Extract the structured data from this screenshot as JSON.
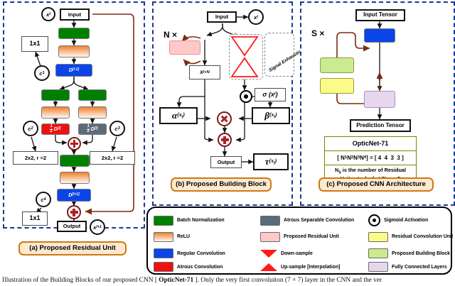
{
  "figure": {
    "caption_pre": "Illustration of the Building Blocks of our proposed CNN [ ",
    "caption_bold": "OpticNet-71",
    "caption_post": " ]. Only the very first convoluiton (7 × 7) layer in the CNN and the ver"
  },
  "panel_a": {
    "title": "(a) Proposed Residual Unit",
    "input_label": "Input",
    "output_label": "Output",
    "node_x_l": "x",
    "node_x_l_sub": "l",
    "node_x_l1": "x",
    "node_x_l1_sub": "l+1",
    "c1": "c",
    "c1_sub": "1",
    "c2": "c",
    "c2_sub": "2",
    "c3": "c",
    "c3_sub": "3",
    "c4": "c",
    "c4_sub": "4",
    "kernel_1x1_top": "1x1",
    "kernel_1x1_bottom": "1x1",
    "kernel_2x2_left": "2x2, r =2",
    "kernel_2x2_right": "2x2, r =2",
    "dilation_prev": "D",
    "dilation_prev_sup": "[l-1]",
    "dilation_cur": "D",
    "dilation_cur_sup": "[l]",
    "dilation_next": "D",
    "dilation_next_sup": "[l+1]",
    "half_frac": "1/2",
    "op_add": "+"
  },
  "panel_b": {
    "title": "(b) Proposed Building Block",
    "input_label": "Input",
    "output_label": "Output",
    "node_x_l": "x",
    "node_x_l_sub": "l",
    "x_lN": "x",
    "x_lN_sub": "l+N",
    "repeat_label": "N ×",
    "signal_exhaustion": "Signal Exhaustion",
    "sigma_label": "σ (x",
    "sigma_sub": "l",
    "sigma_close": ")",
    "alpha_label": "α",
    "alpha_arg": "(x",
    "alpha_sub": "l",
    "alpha_close": ")",
    "beta_label": "β",
    "beta_arg": "(x",
    "beta_sub": "l",
    "beta_close": ")",
    "tau_label": "τ",
    "tau_arg": "(x",
    "tau_sub": "l",
    "tau_close": ")",
    "op_multiply": "×",
    "op_add": "+"
  },
  "panel_c": {
    "title": "(c) Proposed CNN Architecture",
    "input_tensor": "Input Tensor",
    "prediction_tensor": "Prediction Tensor",
    "repeat_label": "S ×",
    "info_title": "OpticNet-71",
    "info_formula_pre": "[ N",
    "info_formula": "[ N1 N2 N3 N4 ] = [ 4  4  3  3 ]",
    "info_note_line1": "N",
    "info_note_sub": "S",
    "info_note_line1_rest": "  is the number of Residual",
    "info_note_line2": "Units stacked at Stage S"
  },
  "legend": {
    "items": [
      {
        "label": "Batch Normalization",
        "swatch": "bn",
        "icon": "square-swatch"
      },
      {
        "label": "Atrous Separable Convolution",
        "swatch": "asep",
        "icon": "square-swatch"
      },
      {
        "label": "Sigmoid Activation",
        "swatch": "sigmoid",
        "icon": "sigmoid-icon"
      },
      {
        "label": "ReLU",
        "swatch": "relu",
        "icon": "square-swatch"
      },
      {
        "label": "Proposed Residual Unit",
        "swatch": "pru",
        "icon": "square-swatch"
      },
      {
        "label": "Residual Convolution Unit",
        "swatch": "rcu",
        "icon": "square-swatch"
      },
      {
        "label": "Regular Convolution",
        "swatch": "conv",
        "icon": "square-swatch"
      },
      {
        "label": "Down-sample",
        "swatch": "tri-dn",
        "icon": "down-triangle-icon"
      },
      {
        "label": "Proposed Building Block",
        "swatch": "pbb",
        "icon": "square-swatch"
      },
      {
        "label": "Atrous Convolution",
        "swatch": "atrous",
        "icon": "square-swatch"
      },
      {
        "label": "Up-sample [Interpolation]",
        "swatch": "tri-up",
        "icon": "up-triangle-icon"
      },
      {
        "label": "Fully Connected Layers",
        "swatch": "fcl",
        "icon": "square-swatch"
      }
    ]
  },
  "colors": {
    "batch_norm": "#008000",
    "relu": "#f08030",
    "regular_convolution": "#0b45e8",
    "atrous_convolution": "#ee1111",
    "atrous_separable": "#5b6b7c",
    "proposed_residual_unit": "#ffc9c9",
    "residual_convolution_unit": "#fbfb8a",
    "proposed_building_block": "#ccea8f",
    "fully_connected": "#e6d7ef",
    "skip_connection": "#7c2d12",
    "panel_border": "#1a3a8f",
    "caption_pill": "#cc7a15",
    "op_node": "#b32020",
    "opticnet_box": "#808000",
    "downsample_triangle": "#ff1a1a"
  }
}
